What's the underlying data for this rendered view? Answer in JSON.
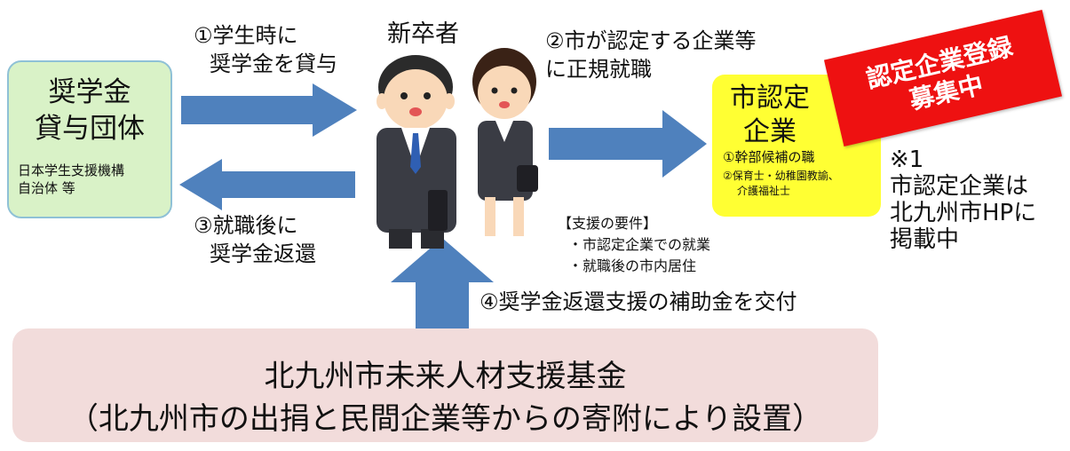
{
  "header": {
    "newcomer": "新卒者"
  },
  "steps": {
    "step1_line1": "①学生時に",
    "step1_line2": "奨学金を貸与",
    "step2_line1": "②市が認定する企業等",
    "step2_line2": "に正規就職",
    "step3_line1": "③就職後に",
    "step3_line2": "奨学金返還",
    "step4": "④奨学金返還支援の補助金を交付"
  },
  "left_box": {
    "title_line1": "奨学金",
    "title_line2": "貸与団体",
    "sub_line1": "日本学生支援機構",
    "sub_line2": "自治体 等"
  },
  "right_box": {
    "title_line1": "市認定",
    "title_line2": "企業",
    "req1": "①幹部候補の職",
    "req2_line1": "②保育士・幼稚園教諭、",
    "req2_line2": "介護福祉士"
  },
  "stamp": {
    "line1": "認定企業登録",
    "line2": "募集中"
  },
  "note": {
    "line1": "※1",
    "line2": "市認定企業は",
    "line3": "北九州市HPに",
    "line4": "掲載中"
  },
  "support": {
    "title": "【支援の要件】",
    "item1": "・市認定企業での就業",
    "item2": "・就職後の市内居住"
  },
  "fund": {
    "line1": "北九州市未来人材支援基金",
    "line2": "（北九州市の出捐と民間企業等からの寄附により設置）"
  },
  "colors": {
    "arrow": "#4f81bd",
    "left_box_fill": "#d9f2c7",
    "right_box_fill": "#ffff33",
    "stamp_fill": "#ee1111",
    "fund_fill": "#f2dcdb"
  }
}
